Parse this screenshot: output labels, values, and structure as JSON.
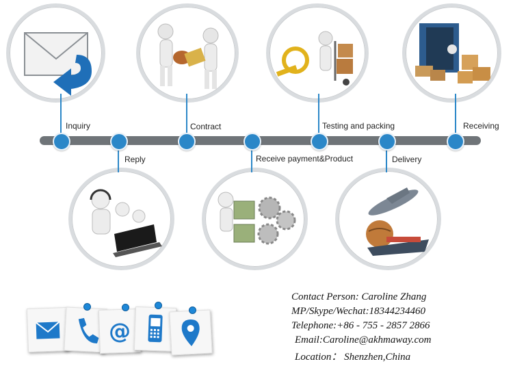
{
  "steps_top": [
    {
      "id": "inquiry",
      "label": "Inquiry"
    },
    {
      "id": "contract",
      "label": "Contract"
    },
    {
      "id": "testing",
      "label": "Testing and packing"
    },
    {
      "id": "receiving",
      "label": "Receiving"
    }
  ],
  "steps_bottom": [
    {
      "id": "reply",
      "label": "Reply"
    },
    {
      "id": "payment",
      "label": "Receive payment&Product"
    },
    {
      "id": "delivery",
      "label": "Delivery"
    }
  ],
  "colors": {
    "accent": "#2b87c8",
    "track": "#6f7478",
    "ring": "#d9dcdf"
  },
  "contact_icons": [
    "mail-icon",
    "phone-icon",
    "at-icon",
    "mobile-icon",
    "location-icon"
  ],
  "contact": {
    "person": "Contact Person: Caroline Zhang",
    "mp": "MP/Skype/Wechat:18344234460",
    "telephone": "Telephone:+86 - 755 - 2857 2866",
    "email": "Email:Caroline@akhmaway.com",
    "location": "Location： Shenzhen,China"
  }
}
